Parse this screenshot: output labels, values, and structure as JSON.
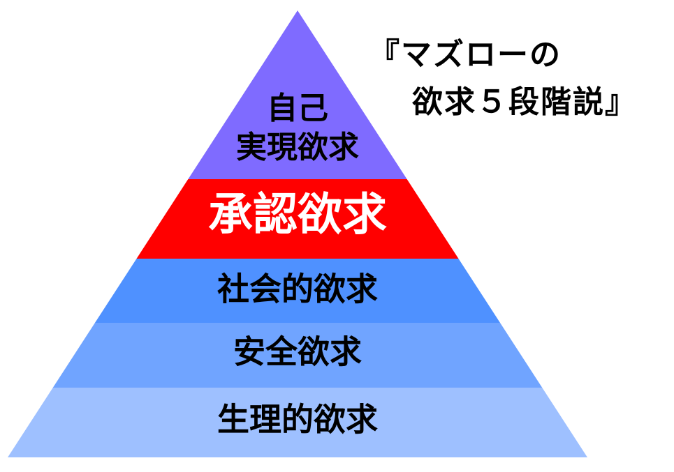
{
  "title": {
    "line1": "『マズローの",
    "line2": "欲求５段階説』"
  },
  "levels": [
    {
      "label_line1": "自己",
      "label_line2": "実現欲求",
      "color": "#7f6bff",
      "text_color": "#000000"
    },
    {
      "label": "承認欲求",
      "color": "#ff0000",
      "text_color": "#ffffff"
    },
    {
      "label": "社会的欲求",
      "color": "#4f91ff",
      "text_color": "#000000"
    },
    {
      "label": "安全欲求",
      "color": "#70a4ff",
      "text_color": "#000000"
    },
    {
      "label": "生理的欲求",
      "color": "#9ec0ff",
      "text_color": "#000000"
    }
  ]
}
